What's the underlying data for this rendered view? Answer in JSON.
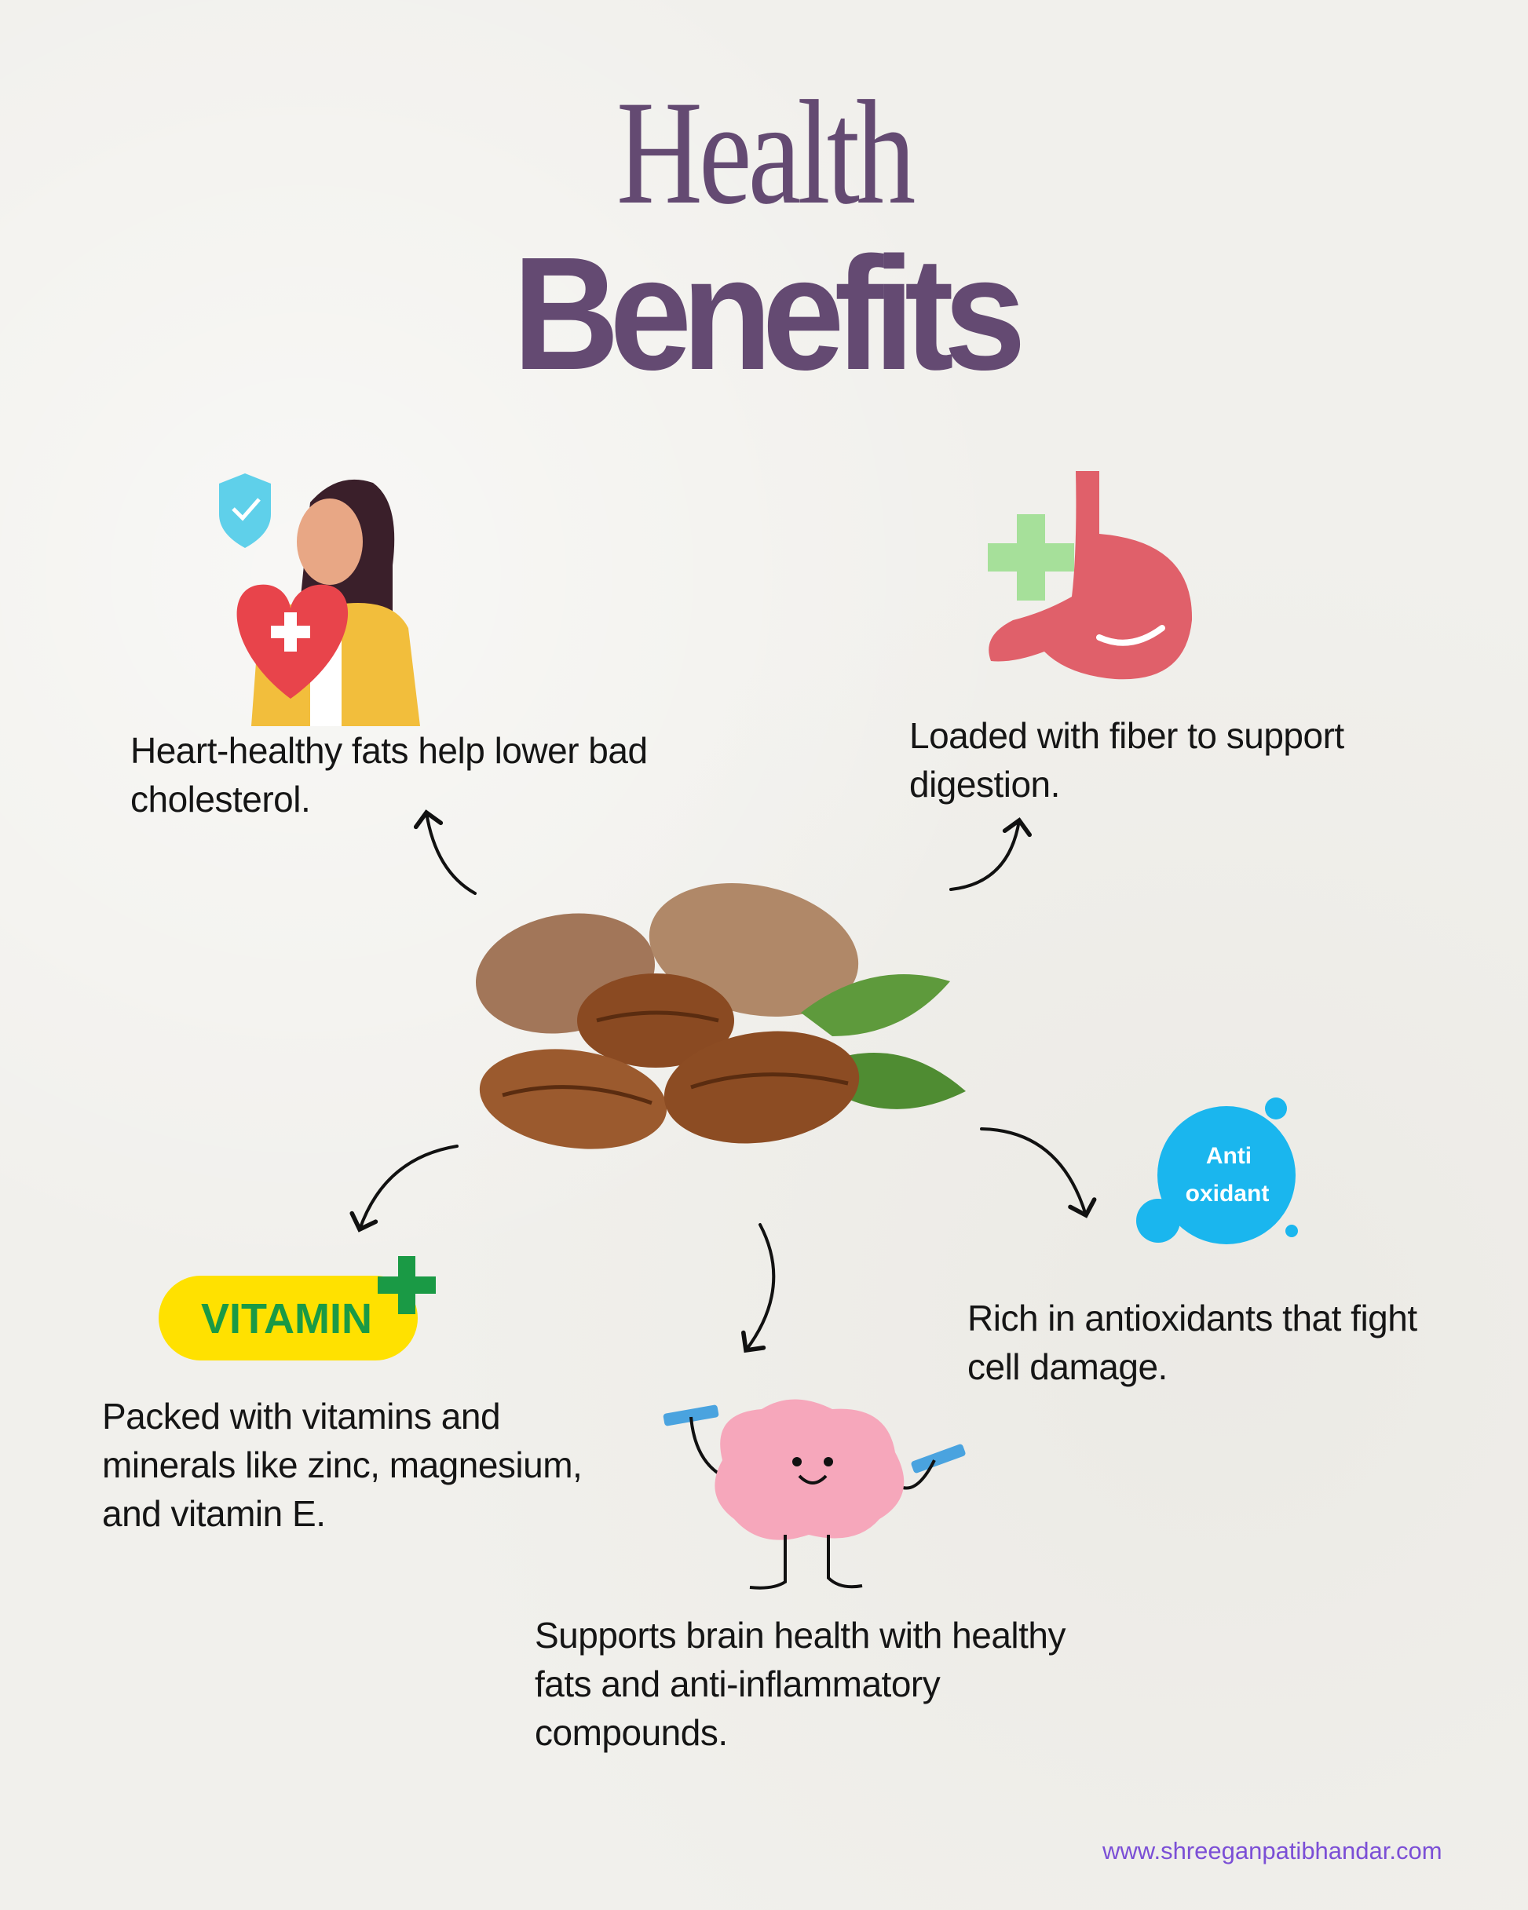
{
  "title": {
    "line1": "Health",
    "line2": "Benefits"
  },
  "benefits": [
    {
      "id": "heart",
      "icon": "heart-woman-icon",
      "text": [
        "Heart-healthy fats help lower bad",
        "cholesterol."
      ]
    },
    {
      "id": "digestion",
      "icon": "stomach-icon",
      "text": [
        "Loaded with fiber to support",
        "digestion."
      ]
    },
    {
      "id": "antioxidant",
      "icon": "antioxidant-bubble-icon",
      "badge": [
        "Anti",
        "oxidant"
      ],
      "text": [
        "Rich in antioxidants that fight",
        "cell damage."
      ]
    },
    {
      "id": "vitamin",
      "icon": "vitamin-badge-icon",
      "badge": [
        "VITAMIN"
      ],
      "text": [
        "Packed with vitamins and",
        "minerals like zinc, magnesium,",
        "and vitamin E."
      ]
    },
    {
      "id": "brain",
      "icon": "brain-icon",
      "text": [
        "Supports brain health with healthy",
        "fats and anti-inflammatory",
        "compounds."
      ]
    }
  ],
  "footer": {
    "url": "www.shreeganpatibhandar.com"
  },
  "colors": {
    "title": "#644a72",
    "footer": "#7b4fd6",
    "stomach": "#e0606a",
    "plus": "#a6e09a",
    "vitamin": "#ffe100",
    "vitamin_text": "#1a9a45",
    "bubble": "#1ab6ee",
    "brain": "#f6a7bb"
  }
}
